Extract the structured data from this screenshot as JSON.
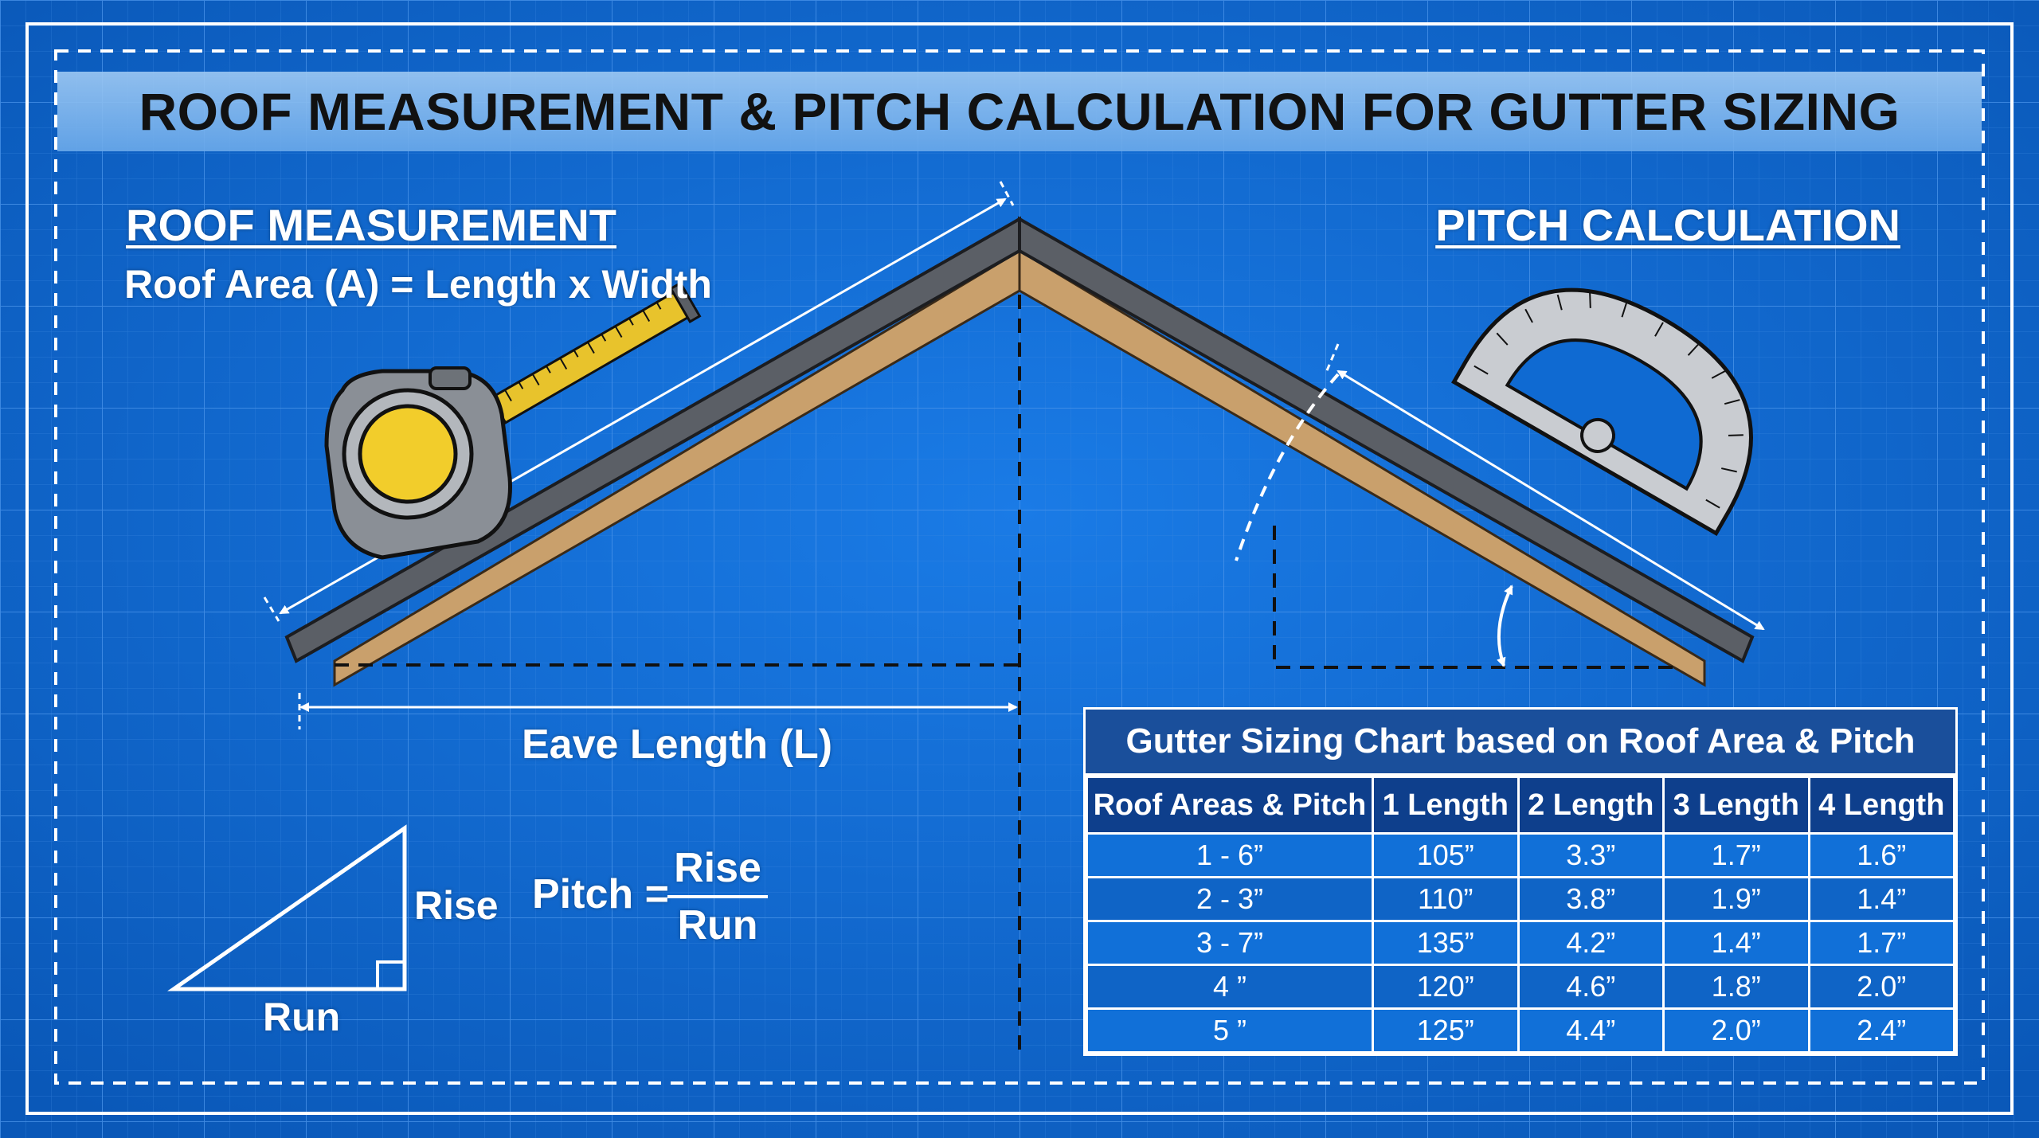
{
  "title": "ROOF MEASUREMENT & PITCH CALCULATION FOR GUTTER SIZING",
  "roof_measurement": {
    "heading": "ROOF MEASUREMENT",
    "formula": "Roof Area (A) = Length x Width",
    "eave_label": "Eave Length (L)"
  },
  "pitch_calculation": {
    "heading": "PITCH CALCULATION",
    "rise": "Rise",
    "run": "Run",
    "pitch_word": "Pitch =",
    "numerator": "Rise",
    "denominator": "Run"
  },
  "gutter_chart": {
    "title": "Gutter Sizing Chart based on Roof Area & Pitch",
    "headers": [
      "Roof Areas & Pitch",
      "1 Length",
      "2 Length",
      "3 Length",
      "4 Length"
    ],
    "rows": [
      [
        "1 - 6”",
        "105”",
        "3.3”",
        "1.7”",
        "1.6”"
      ],
      [
        "2 - 3”",
        "110”",
        "3.8”",
        "1.9”",
        "1.4”"
      ],
      [
        "3 - 7”",
        "135”",
        "4.2”",
        "1.4”",
        "1.7”"
      ],
      [
        "4 ”",
        "120”",
        "4.6”",
        "1.8”",
        "2.0”"
      ],
      [
        "5 ”",
        "125”",
        "4.4”",
        "2.0”",
        "2.4”"
      ]
    ]
  },
  "colors": {
    "background": "#0f6ad2",
    "grid": "#3d8ce6",
    "title_band": "#8fbff0",
    "roof_shingle": "#5b5f66",
    "roof_board": "#c9a06c",
    "tape_body": "#8a8f96",
    "tape_dial": "#f2cd2b",
    "tape_blade": "#e8c32c",
    "protractor": "#c9ccd1"
  },
  "icons": [
    "tape-measure-icon",
    "protractor-icon",
    "right-triangle-icon",
    "double-arrow-icon"
  ]
}
